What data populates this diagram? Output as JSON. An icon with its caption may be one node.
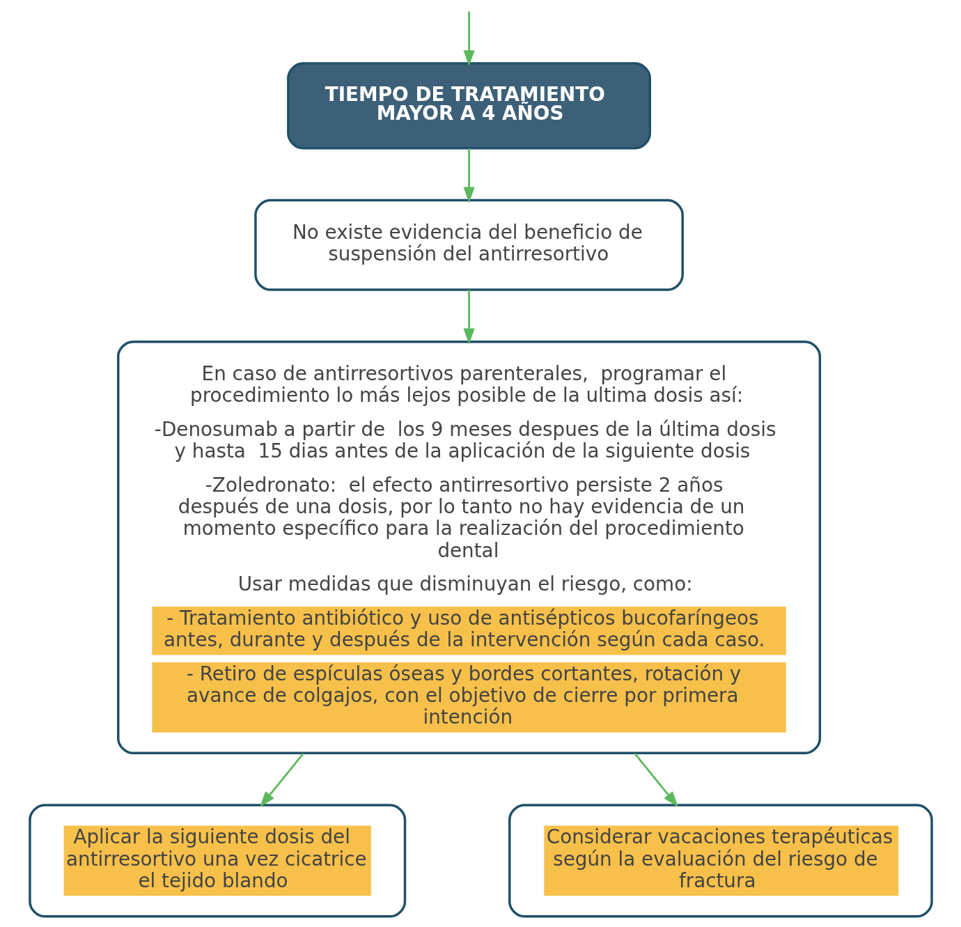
{
  "diagram": {
    "nodes": [
      {
        "text": [
          "TIEMPO DE TRATAMIENTO MAYOR A 4 AÑOS"
        ]
      },
      {
        "text": [
          "No existe evidencia del beneficio de  suspensión del antirresortivo"
        ]
      },
      {
        "text": [
          "En caso de antirresortivos parenterales,  programar el procedimiento lo más lejos posible de la ultima dosis así:",
          "-Denosumab a partir de  los 9 meses despues de la última dosis y hasta  15 dias antes de la aplicación de la siguiente dosis",
          "-Zoledronato:  el efecto antirresortivo persiste 2 años después de una dosis, por lo tanto no hay evidencia de un momento específico para la realización del procedimiento dental",
          "Usar medidas que disminuyan el riesgo, como:",
          "- Tratamiento antibiótico y uso de antisépticos bucofaríngeos antes, durante y después de la intervención según cada caso.",
          "- Retiro de espículas óseas y bordes cortantes, rotación y avance de colgajos, con el objetivo de cierre por primera intención"
        ]
      },
      {
        "text": [
          "Aplicar la siguiente dosis del antirresortivo una vez cicatrice el tejido blando"
        ]
      },
      {
        "text": [
          "Considerar vacaciones terapéuticas según la evaluación del riesgo de fractura"
        ]
      }
    ],
    "edges": [
      {
        "from": null,
        "to": 0,
        "arrow": "to"
      },
      {
        "from": 0,
        "to": 1,
        "arrow": "to"
      },
      {
        "from": 1,
        "to": 2,
        "arrow": "to"
      },
      {
        "from": 2,
        "to": 3,
        "arrow": "to"
      },
      {
        "from": 2,
        "to": 4,
        "arrow": "to"
      }
    ]
  }
}
